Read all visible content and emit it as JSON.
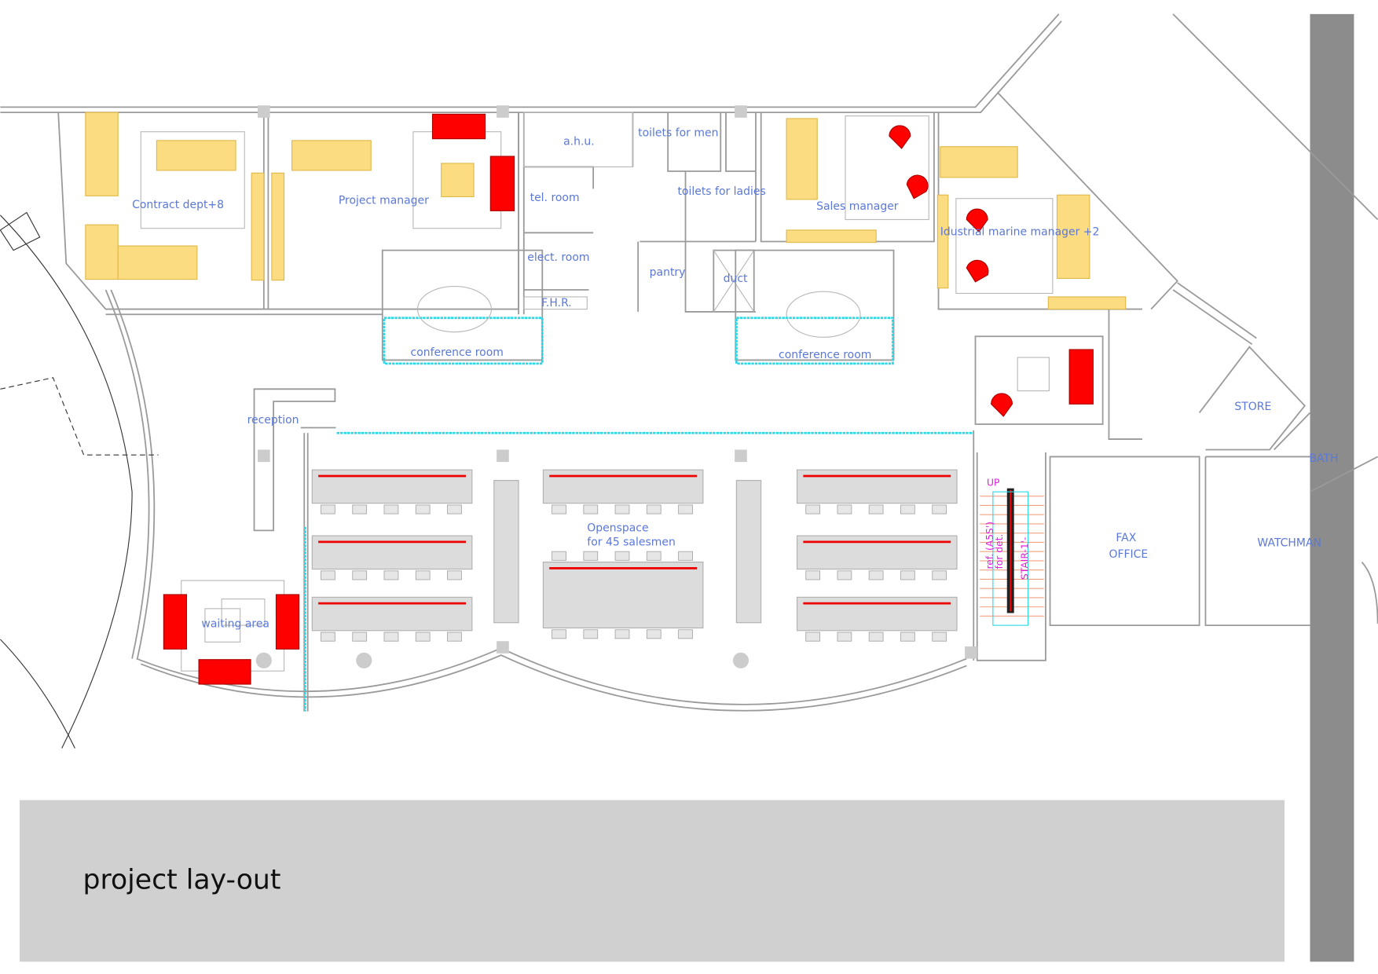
{
  "title": "project lay-out",
  "rooms": {
    "contract": "Contract  dept+8",
    "project_manager": "Project  manager",
    "ahu": "a.h.u.",
    "tel": "tel.  room",
    "elect": "elect.  room",
    "fhr": "F.H.R.",
    "toilets_men": "toilets  for  men",
    "toilets_ladies": "toilets  for  ladies",
    "pantry": "pantry",
    "duct": "duct",
    "sales_manager": "Sales  manager",
    "industrial": "Idustrial  marine  manager  +2",
    "conference_1": "conference  room",
    "conference_2": "conference  room",
    "reception": "reception",
    "waiting": "waiting  area",
    "openspace_1": "Openspace",
    "openspace_2": "for  45  salesmen",
    "store": "STORE",
    "bath": "BATH",
    "watchman": "WATCHMAN",
    "fax_1": "FAX",
    "fax_2": "OFFICE"
  },
  "stair": {
    "up": "UP",
    "ref_1": "ref.  (A5S')",
    "ref_2": "for  det.",
    "stair": "STAIR-1'-"
  },
  "colors": {
    "wall": "#9a9a9a",
    "label": "#5b78d8",
    "desk": "#fbdc80",
    "sofa": "#ff0000",
    "glass": "#2ad8e8",
    "stair_text": "#e020e0",
    "banner": "#d0d0d0",
    "side_bar": "#8c8c8c"
  }
}
